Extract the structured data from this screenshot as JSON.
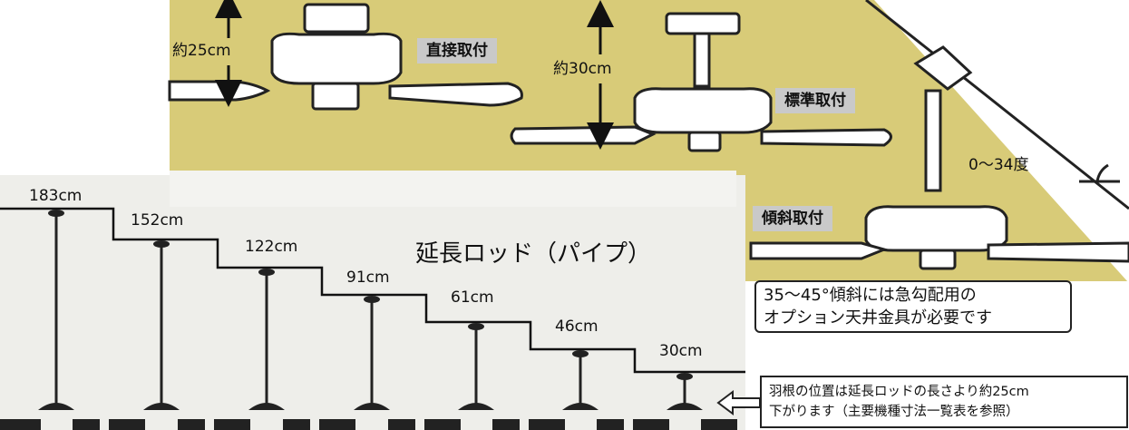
{
  "mount_types": {
    "direct": "直接取付",
    "standard": "標準取付",
    "slope": "傾斜取付"
  },
  "dimensions": {
    "direct_drop": "約25cm",
    "standard_drop": "約30cm",
    "slope_angle": "0〜34度"
  },
  "rod_section": {
    "title": "延長ロッド（パイプ）",
    "lengths": [
      "183cm",
      "152cm",
      "122cm",
      "91cm",
      "61cm",
      "46cm",
      "30cm"
    ]
  },
  "notes": {
    "steep_slope": [
      "35〜45°傾斜には急勾配用の",
      "オプション天井金具が必要です"
    ],
    "blade_position": [
      "羽根の位置は延長ロッドの長さより約25cm",
      "下がります（主要機種寸法一覧表を参照）"
    ]
  }
}
